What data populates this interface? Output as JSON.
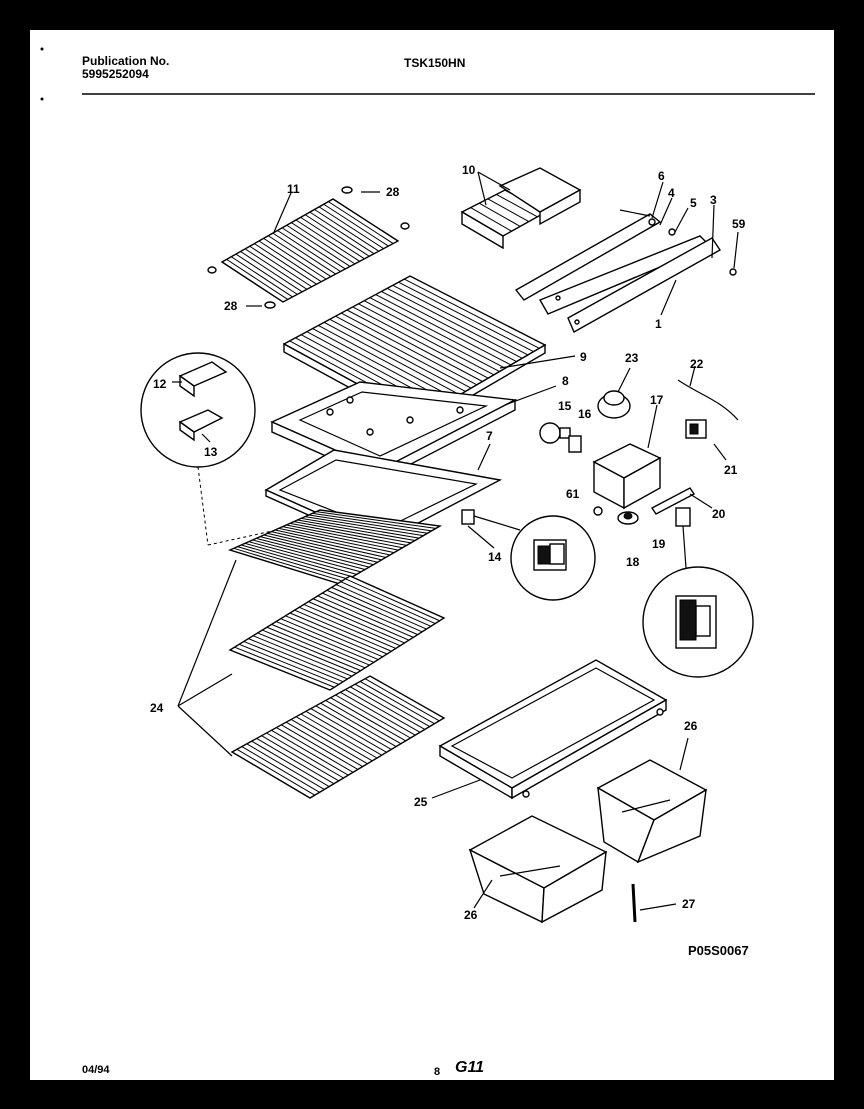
{
  "header": {
    "publication_label": "Publication No.",
    "publication_number": "5995252094",
    "model": "TSK150HN"
  },
  "footer": {
    "date": "04/94",
    "page": "8",
    "section": "G11"
  },
  "figure_id": "P05S0067",
  "callouts": {
    "c11": "11",
    "c28a": "28",
    "c28b": "28",
    "c10": "10",
    "c6": "6",
    "c4": "4",
    "c5": "5",
    "c3": "3",
    "c59": "59",
    "c1": "1",
    "c9": "9",
    "c8": "8",
    "c12": "12",
    "c13": "13",
    "c23": "23",
    "c22": "22",
    "c15": "15",
    "c16a": "16",
    "c17": "17",
    "c21": "21",
    "c7": "7",
    "c61": "61",
    "c20": "20",
    "c14": "14",
    "c18": "18",
    "c19": "19",
    "c24": "24",
    "c26a": "26",
    "c25": "25",
    "c26b": "26",
    "c27": "27"
  }
}
